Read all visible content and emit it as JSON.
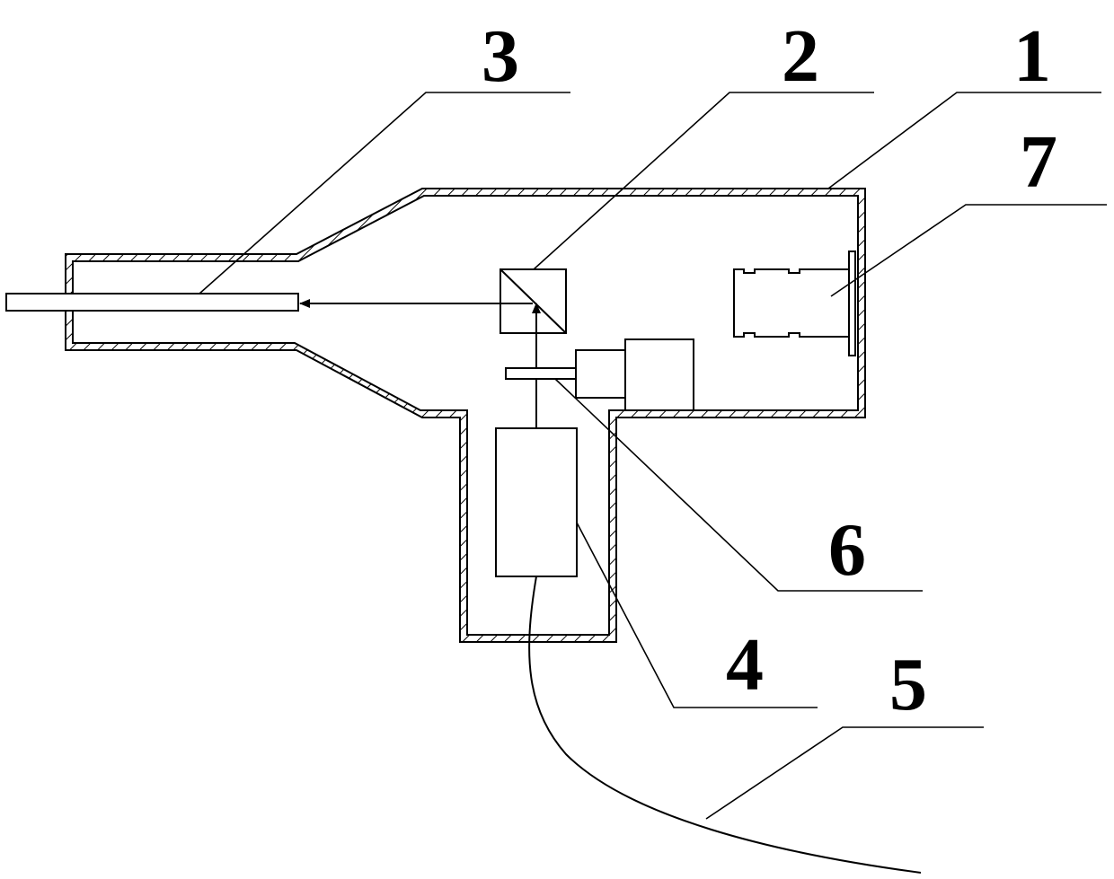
{
  "figure": {
    "labels": {
      "housing": "1",
      "splitter": "2",
      "tube": "3",
      "light_source": "4",
      "cable": "5",
      "shutter": "6",
      "camera": "7"
    }
  }
}
